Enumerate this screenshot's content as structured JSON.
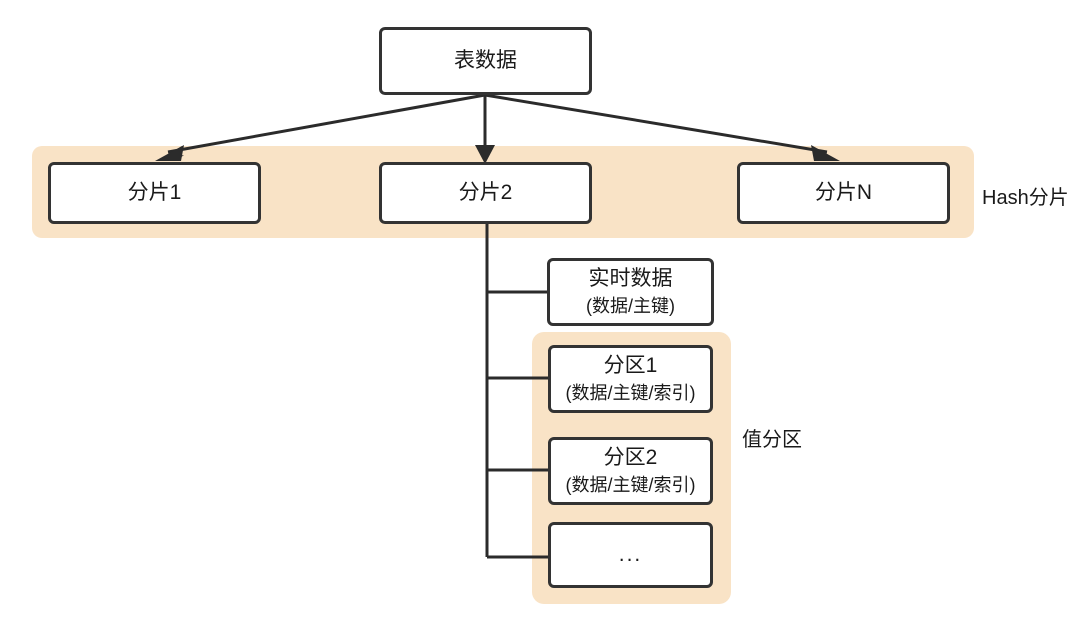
{
  "diagram": {
    "title_node": {
      "label": "表数据"
    },
    "hash_layer": {
      "band_color": "#F9E3C6",
      "side_label": "Hash分片",
      "shards": [
        {
          "label": "分片1"
        },
        {
          "label": "分片2"
        },
        {
          "label": "分片N"
        }
      ]
    },
    "detail_layer": {
      "realtime": {
        "title": "实时数据",
        "sub": "(数据/主键)"
      },
      "value_partition": {
        "band_color": "#F9E3C6",
        "side_label": "值分区",
        "partitions": [
          {
            "title": "分区1",
            "sub": "(数据/主键/索引)"
          },
          {
            "title": "分区2",
            "sub": "(数据/主键/索引)"
          },
          {
            "title": "...",
            "sub": ""
          }
        ]
      }
    },
    "style": {
      "node_border": "#333333",
      "node_fill": "#FFFFFF",
      "edge_color": "#2b2b2b",
      "background": "#FFFFFF"
    }
  }
}
